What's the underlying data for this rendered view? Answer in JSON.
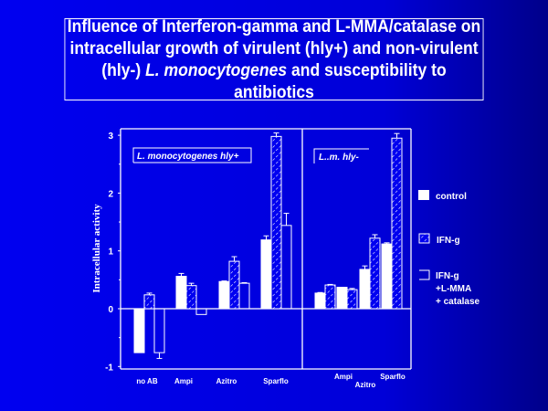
{
  "title": {
    "line1": "Influence of Interferon-gamma  and L-MMA/catalase on",
    "line2": "intracellular growth of virulent (hly+) and non-virulent",
    "line3_pre": "(hly-) ",
    "line3_italic": "L. monocytogenes",
    "line3_post": " and susceptibility to antibiotics"
  },
  "chart_data": {
    "type": "bar",
    "ylabel": "Intracellular activity",
    "ylim": [
      -1,
      3
    ],
    "yticks": [
      "-1",
      "0",
      "1",
      "2",
      "3"
    ],
    "legend": {
      "placement": "right",
      "entries": [
        "control",
        "IFN-g",
        "IFN-g",
        "+L-MMA",
        "+ catalase"
      ]
    },
    "series_names": [
      "control",
      "IFN-g",
      "IFN-g +L-MMA + catalase"
    ],
    "panels": [
      {
        "label": "L. monocytogenes hly+",
        "categories": [
          "no AB",
          "Ampi",
          "Azitro",
          "Sparflo"
        ],
        "series": [
          {
            "name": "control",
            "values": [
              -0.76,
              0.56,
              0.47,
              1.19
            ],
            "err": [
              0,
              0.05,
              0.01,
              0.07
            ]
          },
          {
            "name": "IFN-g",
            "values": [
              0.24,
              0.4,
              0.82,
              2.98
            ],
            "err": [
              0.03,
              0.04,
              0.08,
              0.06
            ]
          },
          {
            "name": "IFN-g +L-MMA + catalase",
            "values": [
              -0.76,
              -0.1,
              0.44,
              1.44
            ],
            "err": [
              0.1,
              0,
              0.01,
              0.21
            ]
          }
        ]
      },
      {
        "label": "L..m. hly-",
        "categories": [
          "",
          "Ampi",
          "Azitro",
          "Sparflo"
        ],
        "series": [
          {
            "name": "control",
            "values": [
              0.27,
              0.37,
              0.68,
              1.12
            ],
            "err": [
              0.01,
              0,
              0.06,
              0.02
            ]
          },
          {
            "name": "IFN-g",
            "values": [
              0.41,
              0.33,
              1.22,
              2.95
            ],
            "err": [
              0.01,
              0.02,
              0.06,
              0.08
            ]
          },
          {
            "name": "IFN-g +L-MMA + catalase",
            "values": [
              null,
              null,
              null,
              null
            ],
            "err": [
              0,
              0,
              0,
              0
            ]
          }
        ]
      }
    ]
  }
}
